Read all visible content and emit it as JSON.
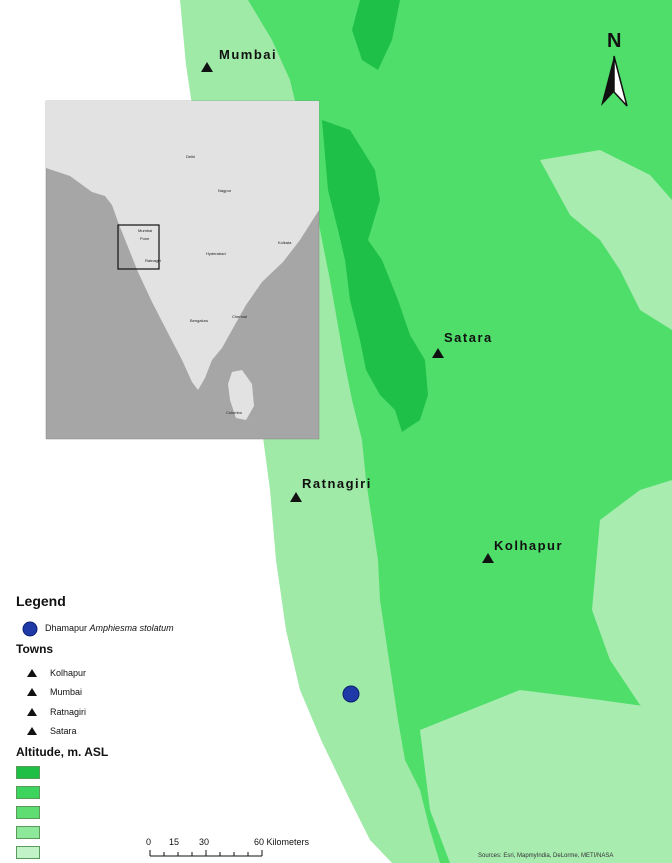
{
  "north_arrow": {
    "label": "N"
  },
  "towns": [
    {
      "name": "Mumbai"
    },
    {
      "name": "Satara"
    },
    {
      "name": "Ratnagiri"
    },
    {
      "name": "Kolhapur"
    }
  ],
  "inset": {
    "labels": [
      "Mumbai",
      "Pune",
      "Ratnagiri",
      "Hyderabad",
      "Bengaluru",
      "Chennai",
      "Colombo",
      "Delhi",
      "Kolkata",
      "Nagpur"
    ]
  },
  "legend": {
    "title": "Legend",
    "species": {
      "place": "Dhamapur",
      "taxon": "Amphiesma stolatum",
      "color": "#1f3aa6"
    },
    "towns_title": "Towns",
    "towns_items": [
      "Kolhapur",
      "Mumbai",
      "Ratnagiri",
      "Satara"
    ],
    "altitude_title": "Altitude, m. ASL",
    "altitude_swatches": [
      "#1fbe45",
      "#3dd45d",
      "#5fdd73",
      "#8ee89a",
      "#c2f2c8"
    ]
  },
  "scale_bar": {
    "ticks": [
      "0",
      "15",
      "30",
      "60 Kilometers"
    ]
  },
  "source_credit": "Sources: Esri, MapmyIndia, DeLorme, METI/NASA"
}
